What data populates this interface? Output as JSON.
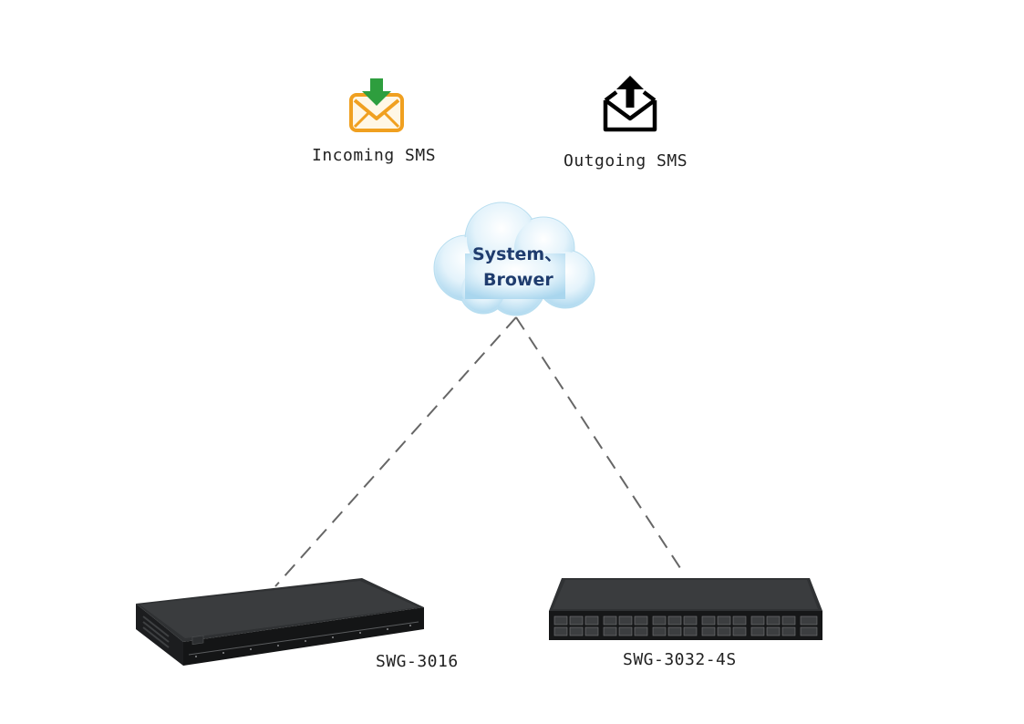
{
  "incoming": {
    "label": "Incoming SMS",
    "icon": "envelope-download-icon",
    "arrow_color": "#2e9e3e",
    "envelope_color": "#f0a020"
  },
  "outgoing": {
    "label": "Outgoing SMS",
    "icon": "envelope-upload-icon",
    "color": "#000000"
  },
  "cloud": {
    "line1": "System、",
    "line2": "Brower",
    "icon": "cloud-icon",
    "text_color": "#1f3c6e"
  },
  "devices": [
    {
      "name": "SWG-3016"
    },
    {
      "name": "SWG-3032-4S"
    }
  ],
  "connection_style": "dashed",
  "connection_color": "#666666"
}
